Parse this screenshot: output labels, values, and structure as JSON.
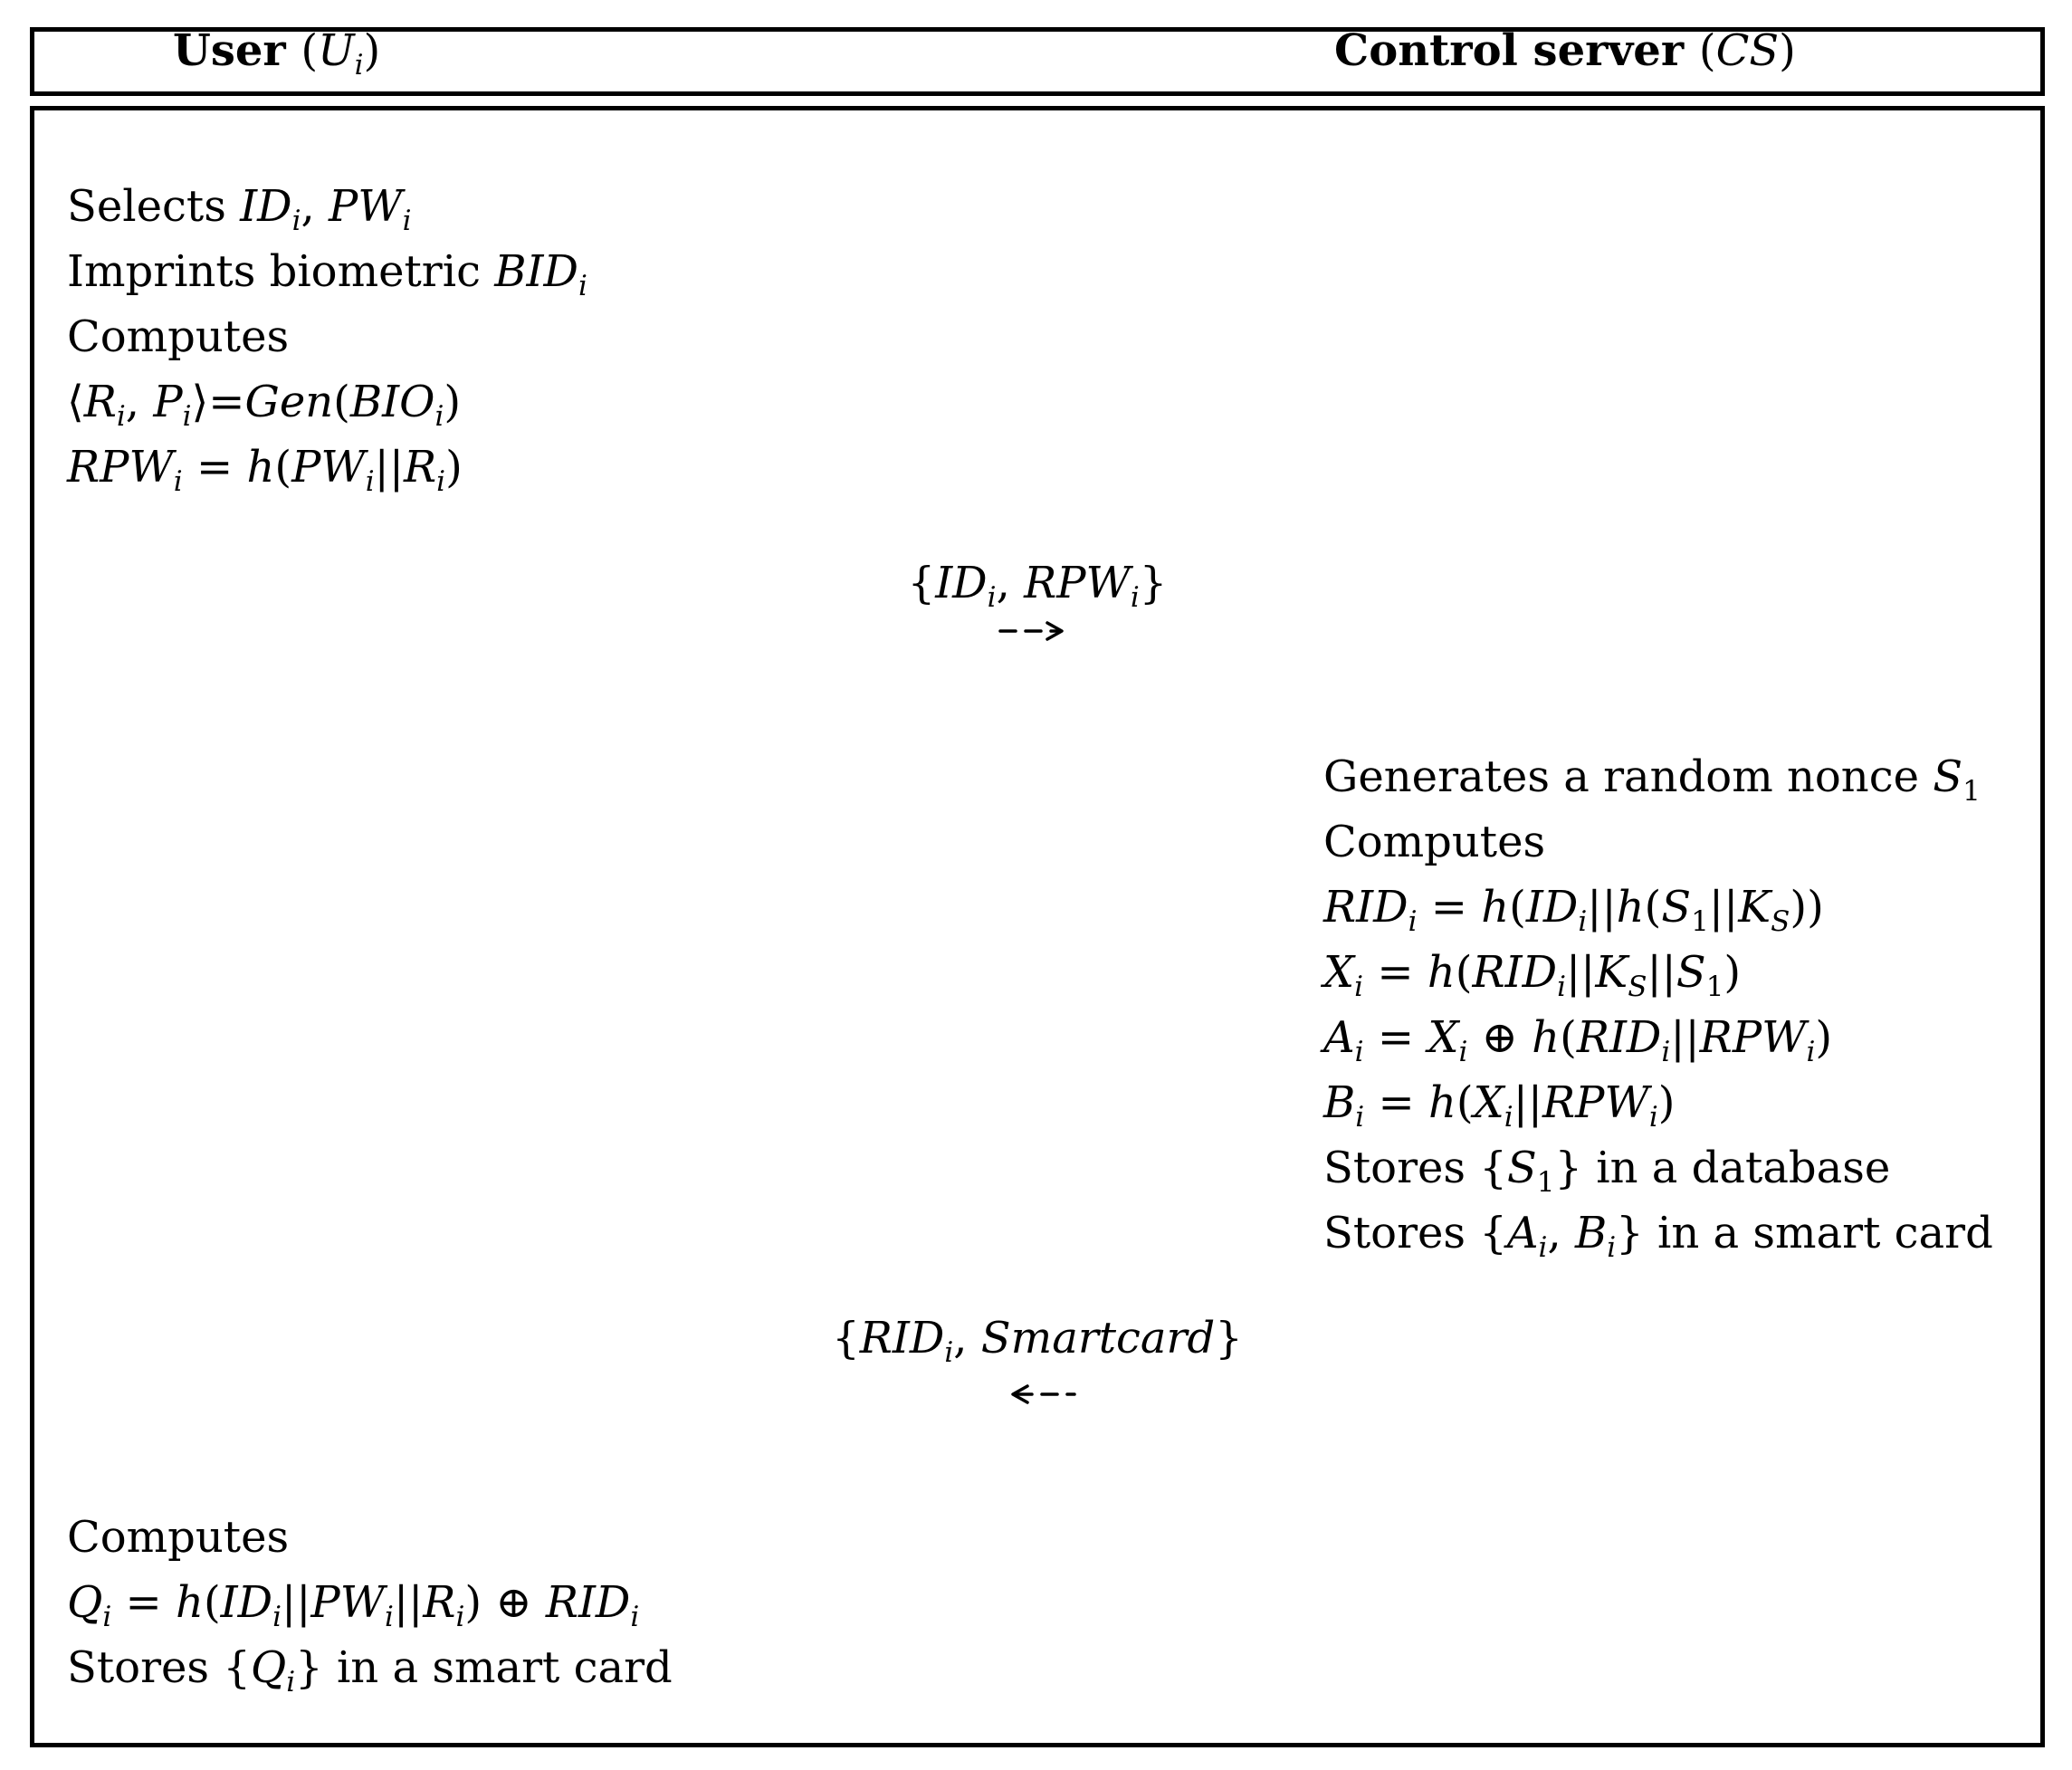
{
  "figure": {
    "header": {
      "user": [
        [
          "b",
          "User "
        ],
        [
          "r",
          "("
        ],
        [
          "i",
          "U"
        ],
        [
          "si",
          "i"
        ],
        [
          "r",
          ")"
        ]
      ],
      "control_server": [
        [
          "b",
          "Control server "
        ],
        [
          "r",
          "("
        ],
        [
          "i",
          "CS"
        ],
        [
          "r",
          ")"
        ]
      ]
    },
    "user_registration_block": {
      "lines": [
        [
          [
            "r",
            "Selects "
          ],
          [
            "i",
            "ID"
          ],
          [
            "si",
            "i"
          ],
          [
            "r",
            ", "
          ],
          [
            "i",
            "PW"
          ],
          [
            "si",
            "i"
          ]
        ],
        [
          [
            "r",
            "Imprints biometric "
          ],
          [
            "i",
            "BID"
          ],
          [
            "si",
            "i"
          ]
        ],
        [
          [
            "r",
            "Computes"
          ]
        ],
        [
          [
            "r",
            "⟨"
          ],
          [
            "i",
            "R"
          ],
          [
            "si",
            "i"
          ],
          [
            "r",
            ", "
          ],
          [
            "i",
            "P"
          ],
          [
            "si",
            "i"
          ],
          [
            "r",
            "⟩="
          ],
          [
            "i",
            "Gen"
          ],
          [
            "r",
            "("
          ],
          [
            "i",
            "BIO"
          ],
          [
            "si",
            "i"
          ],
          [
            "r",
            ")"
          ]
        ],
        [
          [
            "i",
            "RPW"
          ],
          [
            "si",
            "i"
          ],
          [
            "r",
            " = "
          ],
          [
            "i",
            "h"
          ],
          [
            "r",
            "("
          ],
          [
            "i",
            "PW"
          ],
          [
            "si",
            "i"
          ],
          [
            "r",
            "||"
          ],
          [
            "i",
            "R"
          ],
          [
            "si",
            "i"
          ],
          [
            "r",
            ")"
          ]
        ]
      ]
    },
    "message_to_server": {
      "direction": "right",
      "payload": [
        [
          "r",
          "{"
        ],
        [
          "i",
          "ID"
        ],
        [
          "si",
          "i"
        ],
        [
          "r",
          ", "
        ],
        [
          "i",
          "RPW"
        ],
        [
          "si",
          "i"
        ],
        [
          "r",
          "}"
        ]
      ]
    },
    "server_block": {
      "lines": [
        [
          [
            "r",
            "Generates a random nonce "
          ],
          [
            "i",
            "S"
          ],
          [
            "sr",
            "1"
          ]
        ],
        [
          [
            "r",
            "Computes"
          ]
        ],
        [
          [
            "i",
            "RID"
          ],
          [
            "si",
            "i"
          ],
          [
            "r",
            " = "
          ],
          [
            "i",
            "h"
          ],
          [
            "r",
            "("
          ],
          [
            "i",
            "ID"
          ],
          [
            "si",
            "i"
          ],
          [
            "r",
            "||"
          ],
          [
            "i",
            "h"
          ],
          [
            "r",
            "("
          ],
          [
            "i",
            "S"
          ],
          [
            "sr",
            "1"
          ],
          [
            "r",
            "||"
          ],
          [
            "i",
            "K"
          ],
          [
            "si",
            "S"
          ],
          [
            "r",
            "))"
          ]
        ],
        [
          [
            "i",
            "X"
          ],
          [
            "si",
            "i"
          ],
          [
            "r",
            " = "
          ],
          [
            "i",
            "h"
          ],
          [
            "r",
            "("
          ],
          [
            "i",
            "RID"
          ],
          [
            "si",
            "i"
          ],
          [
            "r",
            "||"
          ],
          [
            "i",
            "K"
          ],
          [
            "si",
            "S"
          ],
          [
            "r",
            "||"
          ],
          [
            "i",
            "S"
          ],
          [
            "sr",
            "1"
          ],
          [
            "r",
            ")"
          ]
        ],
        [
          [
            "i",
            "A"
          ],
          [
            "si",
            "i"
          ],
          [
            "r",
            " = "
          ],
          [
            "i",
            "X"
          ],
          [
            "si",
            "i"
          ],
          [
            "r",
            " ⊕ "
          ],
          [
            "i",
            "h"
          ],
          [
            "r",
            "("
          ],
          [
            "i",
            "RID"
          ],
          [
            "si",
            "i"
          ],
          [
            "r",
            "||"
          ],
          [
            "i",
            "RPW"
          ],
          [
            "si",
            "i"
          ],
          [
            "r",
            ")"
          ]
        ],
        [
          [
            "i",
            "B"
          ],
          [
            "si",
            "i"
          ],
          [
            "r",
            " = "
          ],
          [
            "i",
            "h"
          ],
          [
            "r",
            "("
          ],
          [
            "i",
            "X"
          ],
          [
            "si",
            "i"
          ],
          [
            "r",
            "||"
          ],
          [
            "i",
            "RPW"
          ],
          [
            "si",
            "i"
          ],
          [
            "r",
            ")"
          ]
        ],
        [
          [
            "r",
            "Stores {"
          ],
          [
            "i",
            "S"
          ],
          [
            "sr",
            "1"
          ],
          [
            "r",
            "} in a database"
          ]
        ],
        [
          [
            "r",
            "Stores {"
          ],
          [
            "i",
            "A"
          ],
          [
            "si",
            "i"
          ],
          [
            "r",
            ", "
          ],
          [
            "i",
            "B"
          ],
          [
            "si",
            "i"
          ],
          [
            "r",
            "} in a smart card"
          ]
        ]
      ]
    },
    "message_to_user": {
      "direction": "left",
      "payload": [
        [
          "r",
          "{"
        ],
        [
          "i",
          "RID"
        ],
        [
          "si",
          "i"
        ],
        [
          "r",
          ", "
        ],
        [
          "i",
          "Smartcard"
        ],
        [
          "r",
          "}"
        ]
      ]
    },
    "user_final_block": {
      "lines": [
        [
          [
            "r",
            "Computes"
          ]
        ],
        [
          [
            "i",
            "Q"
          ],
          [
            "si",
            "i"
          ],
          [
            "r",
            " = "
          ],
          [
            "i",
            "h"
          ],
          [
            "r",
            "("
          ],
          [
            "i",
            "ID"
          ],
          [
            "si",
            "i"
          ],
          [
            "r",
            "||"
          ],
          [
            "i",
            "PW"
          ],
          [
            "si",
            "i"
          ],
          [
            "r",
            "||"
          ],
          [
            "i",
            "R"
          ],
          [
            "si",
            "i"
          ],
          [
            "r",
            ") ⊕ "
          ],
          [
            "i",
            "RID"
          ],
          [
            "si",
            "i"
          ]
        ],
        [
          [
            "r",
            "Stores {"
          ],
          [
            "i",
            "Q"
          ],
          [
            "si",
            "i"
          ],
          [
            "r",
            "} in a smart card"
          ]
        ]
      ]
    },
    "colors": {
      "ink": "#000000",
      "background": "#ffffff"
    }
  }
}
